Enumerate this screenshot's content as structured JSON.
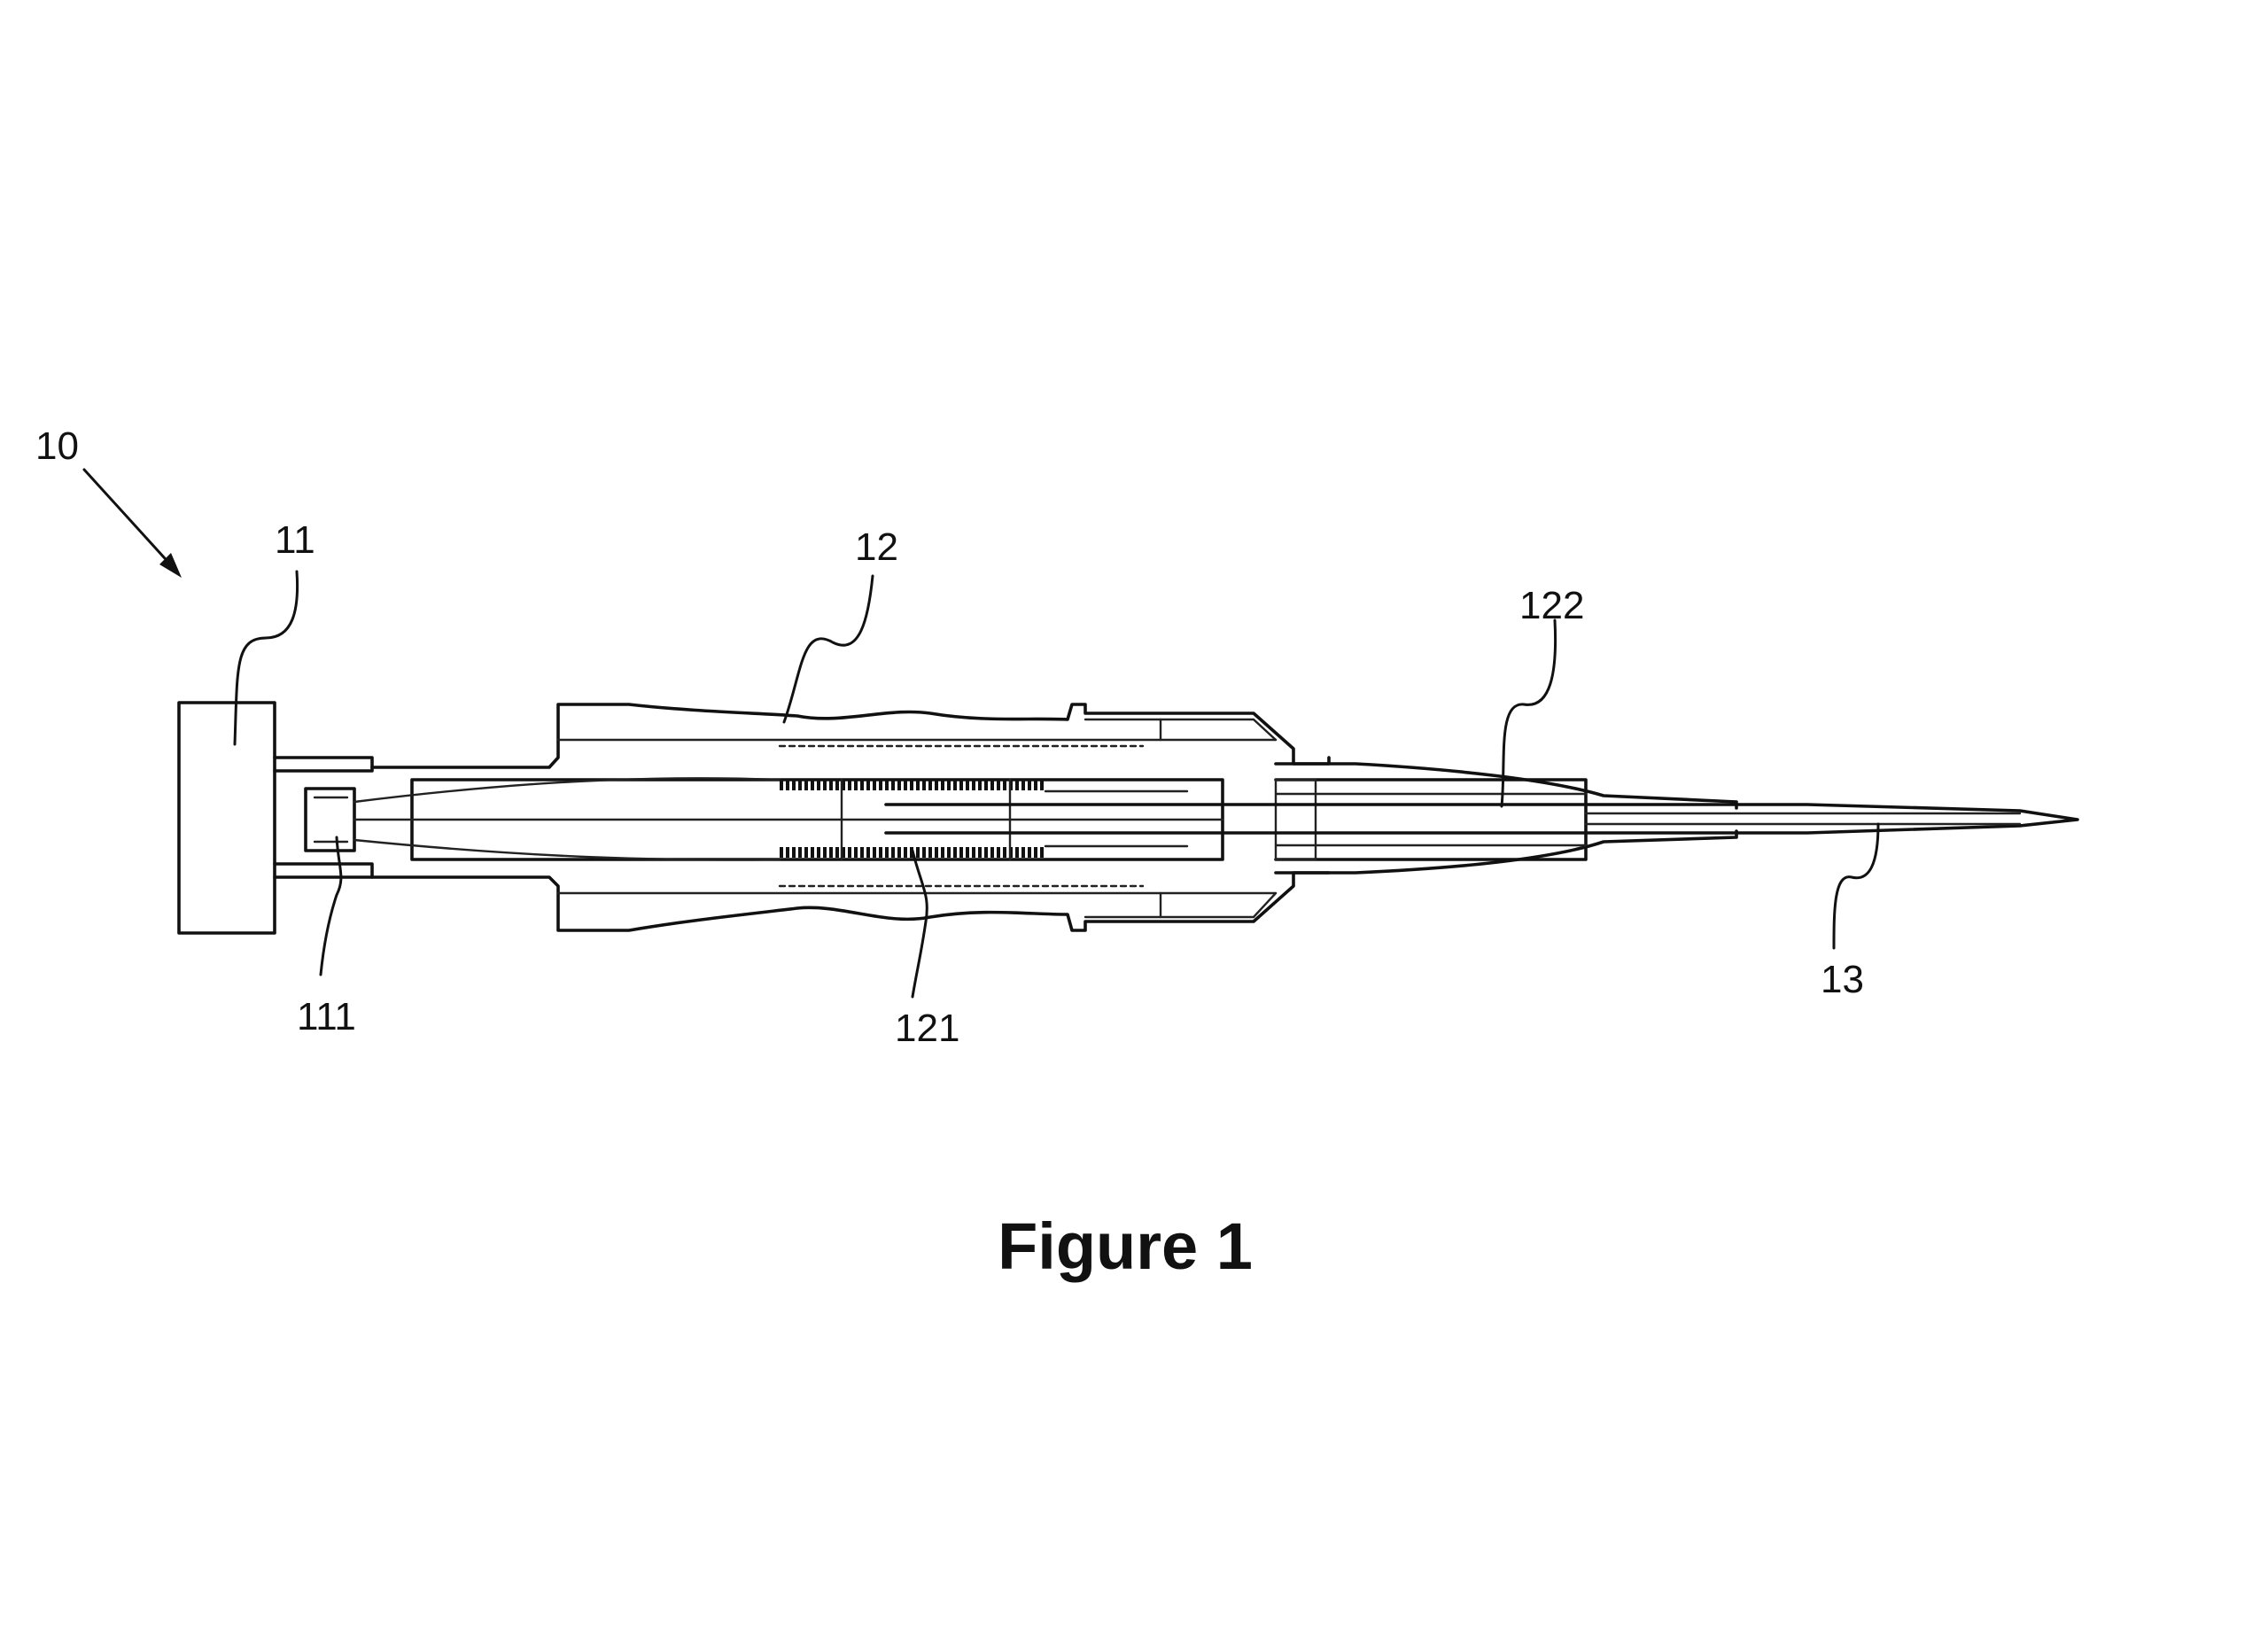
{
  "figure": {
    "caption": "Figure 1",
    "reference_numerals": {
      "device": "10",
      "cap": "11",
      "cap_inner": "111",
      "body": "12",
      "body_spring": "121",
      "body_tip": "122",
      "needle": "13"
    }
  },
  "colors": {
    "line": "#111111",
    "background": "#ffffff"
  }
}
